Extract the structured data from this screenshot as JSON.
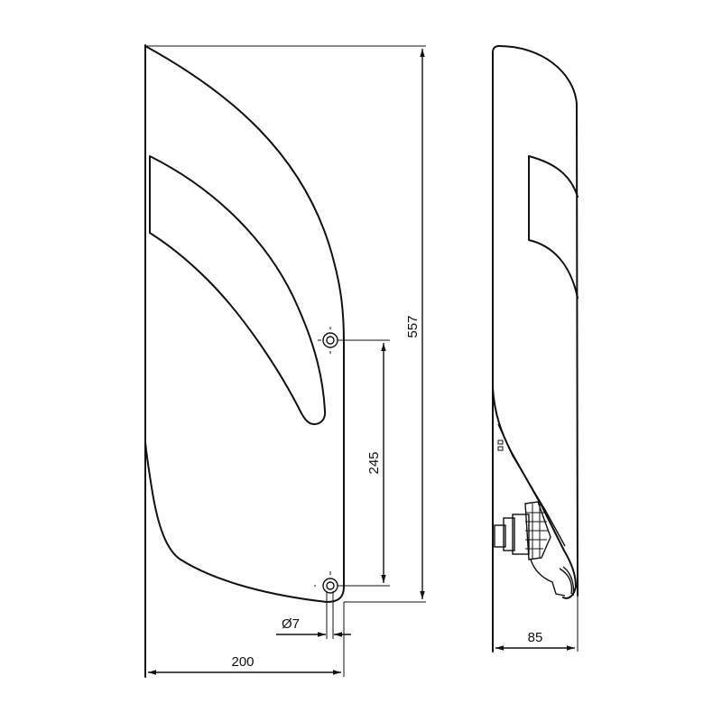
{
  "drawing": {
    "type": "technical-dimension-drawing",
    "views": [
      {
        "name": "front-view",
        "label": ""
      },
      {
        "name": "side-view",
        "label": ""
      }
    ],
    "dimensions": {
      "height_total": "557",
      "hole_spacing": "245",
      "hole_diameter": "Ø7",
      "width_front": "200",
      "depth_side": "85"
    },
    "colors": {
      "line": "#111111",
      "background": "#ffffff"
    }
  }
}
